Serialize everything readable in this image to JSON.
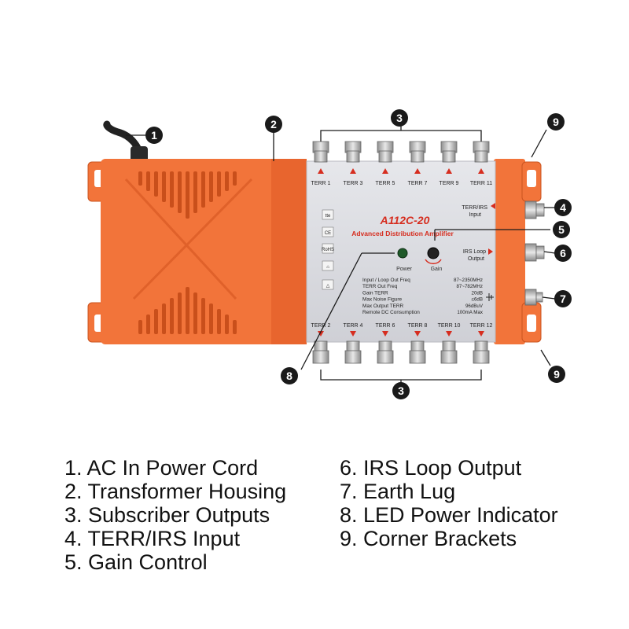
{
  "device": {
    "model": "A112C-20",
    "subtitle": "Advanced Distribution Amplifier",
    "power_label": "Power",
    "gain_label": "Gain",
    "terr_irs_input_label": [
      "TERR/IRS",
      "Input"
    ],
    "irs_loop_output_label": [
      "IRS Loop",
      "Output"
    ],
    "top_ports": [
      "TERR 1",
      "TERR 3",
      "TERR 5",
      "TERR 7",
      "TERR 9",
      "TERR 11"
    ],
    "bottom_ports": [
      "TERR 2",
      "TERR 4",
      "TERR 6",
      "TERR 8",
      "TERR 10",
      "TERR 12"
    ],
    "specs": [
      {
        "name": "Input / Loop Out Freq",
        "value": "87~2350MHz"
      },
      {
        "name": "TERR Out Freq",
        "value": "87~782MHz"
      },
      {
        "name": "Gain TERR",
        "value": "20dB"
      },
      {
        "name": "Max Noise Figure",
        "value": "≤6dB"
      },
      {
        "name": "Max Output TERR",
        "value": "96dBuV"
      },
      {
        "name": "Remote DC Consumption",
        "value": "100mA Max"
      }
    ],
    "cert_marks": [
      "tte",
      "CE",
      "RoHS",
      "⌂",
      "△"
    ]
  },
  "callouts": [
    {
      "id": "1",
      "label": "1"
    },
    {
      "id": "2",
      "label": "2"
    },
    {
      "id": "3a",
      "label": "3"
    },
    {
      "id": "3b",
      "label": "3"
    },
    {
      "id": "4",
      "label": "4"
    },
    {
      "id": "5",
      "label": "5"
    },
    {
      "id": "6",
      "label": "6"
    },
    {
      "id": "7",
      "label": "7"
    },
    {
      "id": "8",
      "label": "8"
    },
    {
      "id": "9a",
      "label": "9"
    },
    {
      "id": "9b",
      "label": "9"
    }
  ],
  "legend": {
    "left": [
      "1. AC In Power Cord",
      "2. Transformer Housing",
      "3. Subscriber Outputs",
      "4. TERR/IRS Input",
      "5. Gain Control"
    ],
    "right": [
      "6. IRS Loop Output",
      "7. Earth Lug",
      "8. LED Power Indicator",
      "9. Corner Brackets"
    ]
  },
  "colors": {
    "housing_orange": "#f2743a",
    "housing_dark": "#d95a22",
    "panel_silver": "#dcdde2",
    "text_red": "#d62d1f",
    "connector": "#c8c8c8",
    "callout": "#1a1a1a"
  }
}
